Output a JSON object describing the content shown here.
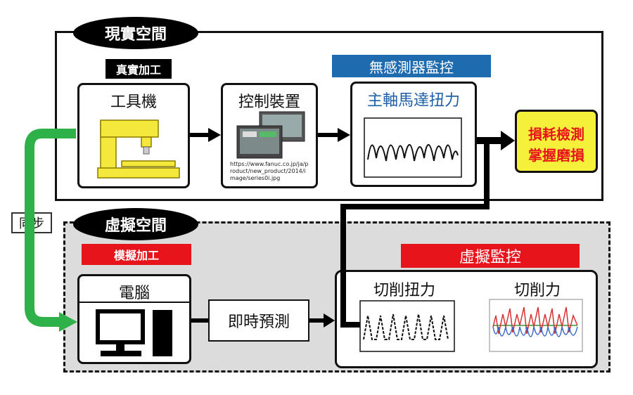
{
  "physical": {
    "title": "現實空間",
    "real_machining_label": "真實加工",
    "sensorless_label": "無感測器監控",
    "machine_tool": "工具機",
    "controller": "控制裝置",
    "controller_url": "https://www.fanuc.co.jp/ja/product/new_product/2014/image/series0i.jpg",
    "spindle_torque": "主軸馬達扭力",
    "wear_detection_line1": "損耗檢測",
    "wear_detection_line2": "掌握磨損"
  },
  "virtual": {
    "title": "虛擬空間",
    "simulated_label": "模擬加工",
    "virtual_monitor_label": "虛擬監控",
    "computer": "電腦",
    "realtime_prediction": "即時預測",
    "cutting_torque": "切削扭力",
    "cutting_force": "切削力"
  },
  "sync_label": "同步",
  "colors": {
    "blue_tag": "#1f6bb0",
    "red_tag": "#e8141b",
    "yellow_box": "#f5f03a",
    "wear_text": "#e8141b",
    "green_arrow": "#2fb14a",
    "virtual_bg": "#dcdcdc"
  }
}
